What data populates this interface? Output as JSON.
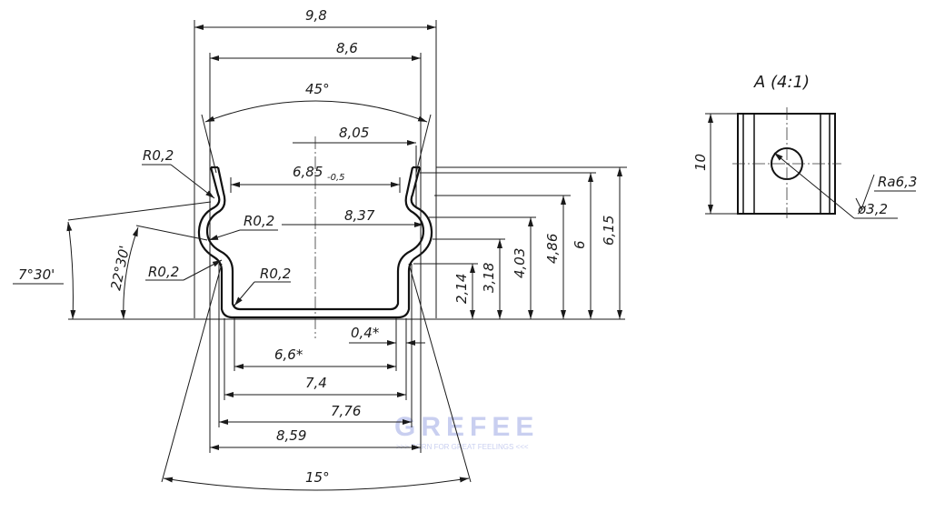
{
  "dimensions": {
    "width_9_8": "9,8",
    "width_8_6": "8,6",
    "angle_45": "45°",
    "width_8_05": "8,05",
    "width_6_85": "6,85",
    "width_6_85_tol": "-0,5",
    "width_8_37": "8,37",
    "radius_r02_a": "R0,2",
    "radius_r02_b": "R0,2",
    "radius_r02_c": "R0,2",
    "radius_r02_d": "R0,2",
    "angle_7_30": "7°30'",
    "angle_22_30": "22°30'",
    "thickness_0_4": "0,4*",
    "width_6_6": "6,6*",
    "width_7_4": "7,4",
    "width_7_76": "7,76",
    "width_8_59": "8,59",
    "angle_15": "15°",
    "height_2_14": "2,14",
    "height_3_18": "3,18",
    "height_4_03": "4,03",
    "height_4_86": "4,86",
    "height_6": "6",
    "height_6_15": "6,15"
  },
  "detail": {
    "title": "A (4:1)",
    "height_10": "10",
    "roughness": "Ra6,3",
    "hole_diameter": "ø3,2"
  },
  "watermark": {
    "brand": "GREFEE",
    "tagline": ">>> BORN FOR GREAT FEELINGS <<<"
  }
}
